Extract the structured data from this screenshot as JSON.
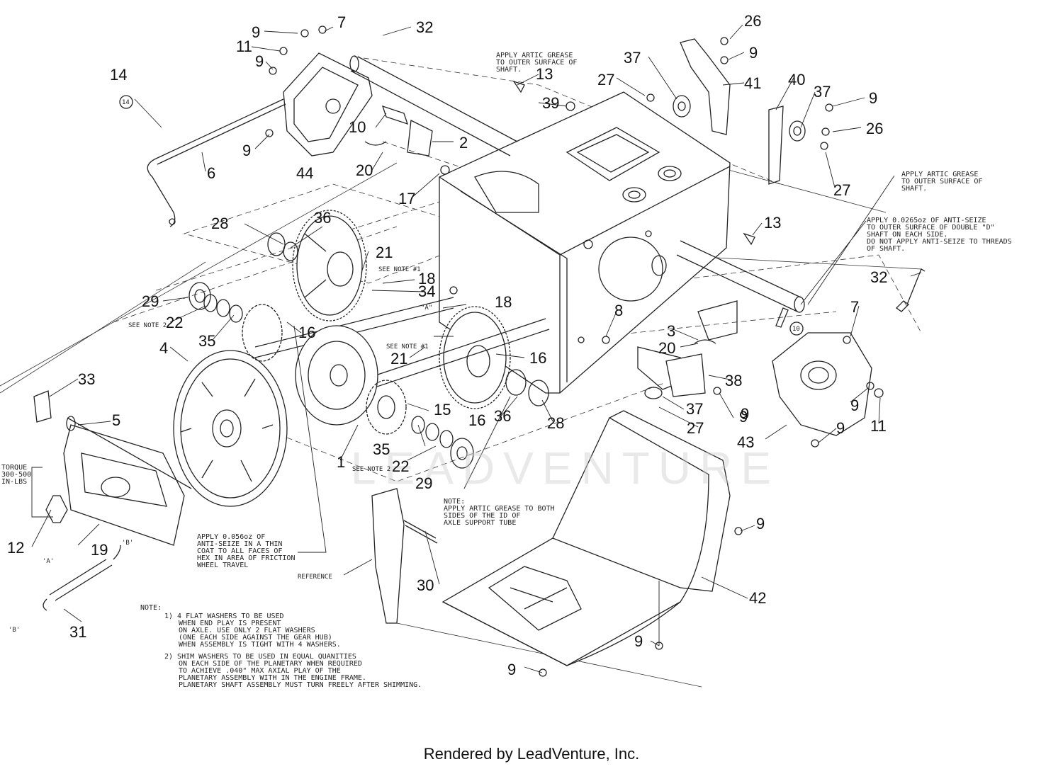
{
  "callouts": [
    "1",
    "2",
    "3",
    "4",
    "5",
    "6",
    "7",
    "7",
    "8",
    "9",
    "9",
    "9",
    "9",
    "9",
    "9",
    "9",
    "9",
    "9",
    "9",
    "9",
    "9",
    "10",
    "11",
    "11",
    "12",
    "13",
    "13",
    "14",
    "15",
    "16",
    "16",
    "16",
    "17",
    "18",
    "18",
    "19",
    "20",
    "20",
    "21",
    "21",
    "22",
    "22",
    "26",
    "26",
    "27",
    "27",
    "27",
    "28",
    "28",
    "29",
    "29",
    "30",
    "31",
    "32",
    "32",
    "33",
    "34",
    "35",
    "35",
    "36",
    "36",
    "37",
    "37",
    "37",
    "38",
    "39",
    "40",
    "41",
    "42",
    "43",
    "44"
  ],
  "small_labels": {
    "circle_14": "14",
    "circle_10": "10",
    "see_note_1_a": "SEE NOTE #1",
    "see_note_1_b": "SEE NOTE #1",
    "see_note_2_a": "SEE NOTE 2",
    "see_note_2_b": "SEE NOTE 2",
    "ref_a_1": "\"A\"",
    "ref_a_2": "'A'",
    "ref_b_1": "'B'",
    "ref_b_2": "'B'",
    "reference": "REFERENCE"
  },
  "notes": {
    "grease_top": [
      "APPLY ARTIC GREASE",
      "TO OUTER SURFACE OF",
      "SHAFT."
    ],
    "grease_right": [
      "APPLY ARTIC GREASE",
      "TO OUTER SURFACE OF",
      "SHAFT."
    ],
    "antiseize_right": [
      "APPLY 0.0265oz OF ANTI-SEIZE",
      "TO OUTER SURFACE OF DOUBLE \"D\"",
      "SHAFT ON EACH SIDE.",
      "DO NOT APPLY ANTI-SEIZE TO THREADS",
      "OF SHAFT."
    ],
    "torque": [
      "TORQUE",
      "300-500",
      "IN-LBS"
    ],
    "antiseize_hex": [
      "APPLY 0.056oz OF",
      "ANTI-SEIZE IN A THIN",
      "COAT TO ALL FACES OF",
      "HEX IN AREA OF FRICTION",
      "WHEEL TRAVEL"
    ],
    "axle_note": [
      "NOTE:",
      "APPLY ARTIC GREASE TO BOTH",
      "SIDES OF THE ID OF",
      "AXLE SUPPORT TUBE"
    ],
    "general_note": [
      "NOTE:",
      "1) 4 FLAT WASHERS TO BE USED",
      "WHEN END PLAY IS PRESENT",
      "ON AXLE. USE ONLY 2 FLAT WASHERS",
      "(ONE EACH SIDE AGAINST THE GEAR HUB)",
      "WHEN ASSEMBLY IS TIGHT WITH 4 WASHERS.",
      "2) SHIM WASHERS TO BE USED IN EQUAL QUANITIES",
      "ON EACH SIDE OF THE PLANETARY WHEN REQUIRED",
      "TO ACHIEVE .040\" MAX AXIAL PLAY OF THE",
      "PLANETARY ASSEMBLY WITH IN THE ENGINE FRAME.",
      "PLANETARY SHAFT ASSEMBLY MUST TURN FREELY AFTER SHIMMING."
    ]
  },
  "watermark": "LEADVENTURE",
  "footer": "Rendered by LeadVenture, Inc."
}
